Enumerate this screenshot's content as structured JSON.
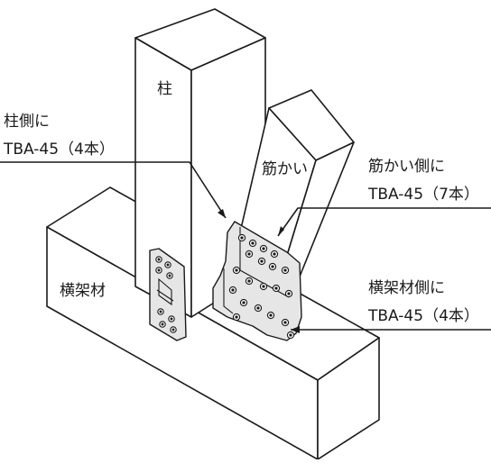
{
  "labels": {
    "post": "柱",
    "brace": "筋かい",
    "beam": "横架材",
    "post_side": [
      "柱側に",
      "TBA-45（4本）"
    ],
    "brace_side": [
      "筋かい側に",
      "TBA-45（7本）"
    ],
    "beam_side": [
      "横架材側に",
      "TBA-45（4本）"
    ]
  }
}
